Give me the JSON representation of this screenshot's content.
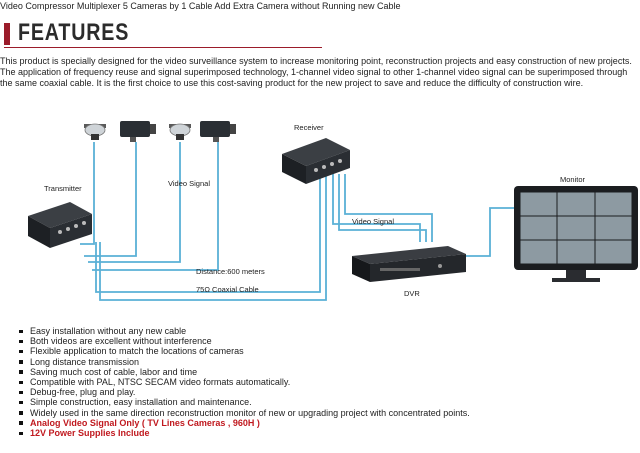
{
  "product_title": "Video Compressor  Multiplexer 5 Cameras by 1 Cable Add Extra Camera without Running new Cable",
  "features_heading": "FEATURES",
  "intro": "This product is specially designed for the video surveillance system to increase monitoring point, reconstruction projects and easy construction of new projects. The application of frequency reuse and signal superimposed technology, 1-channel video signal to other 1-channel video signal can be superimposed through the same coaxial cable. It is the first choice to use this cost-saving product for the new project to save and reduce the difficulty of construction wire.",
  "diagram": {
    "transmitter_label": "Transmitter",
    "receiver_label": "Receiver",
    "monitor_label": "Monitor",
    "dvr_label": "DVR",
    "video_signal_left": "Video Signal",
    "video_signal_right": "Video Signal",
    "distance_label": "Distance:600 meters",
    "cable_label": "75Ω Coaxial Cable",
    "accent_color": "#5ab0d6"
  },
  "features": [
    "Easy installation without any new cable",
    "Both videos are excellent without interference",
    "Flexible application to match the locations of cameras",
    "Long distance transmission",
    "Saving much cost of cable, labor and time",
    "Compatible with PAL, NTSC SECAM video formats automatically.",
    "Debug-free, plug and play.",
    "Simple construction, easy installation and maintenance.",
    "Widely used in the same direction reconstruction monitor of new or upgrading project with concentrated points.",
    "Analog Video Signal Only ( TV Lines Cameras , 960H )",
    "12V Power Supplies Include"
  ]
}
